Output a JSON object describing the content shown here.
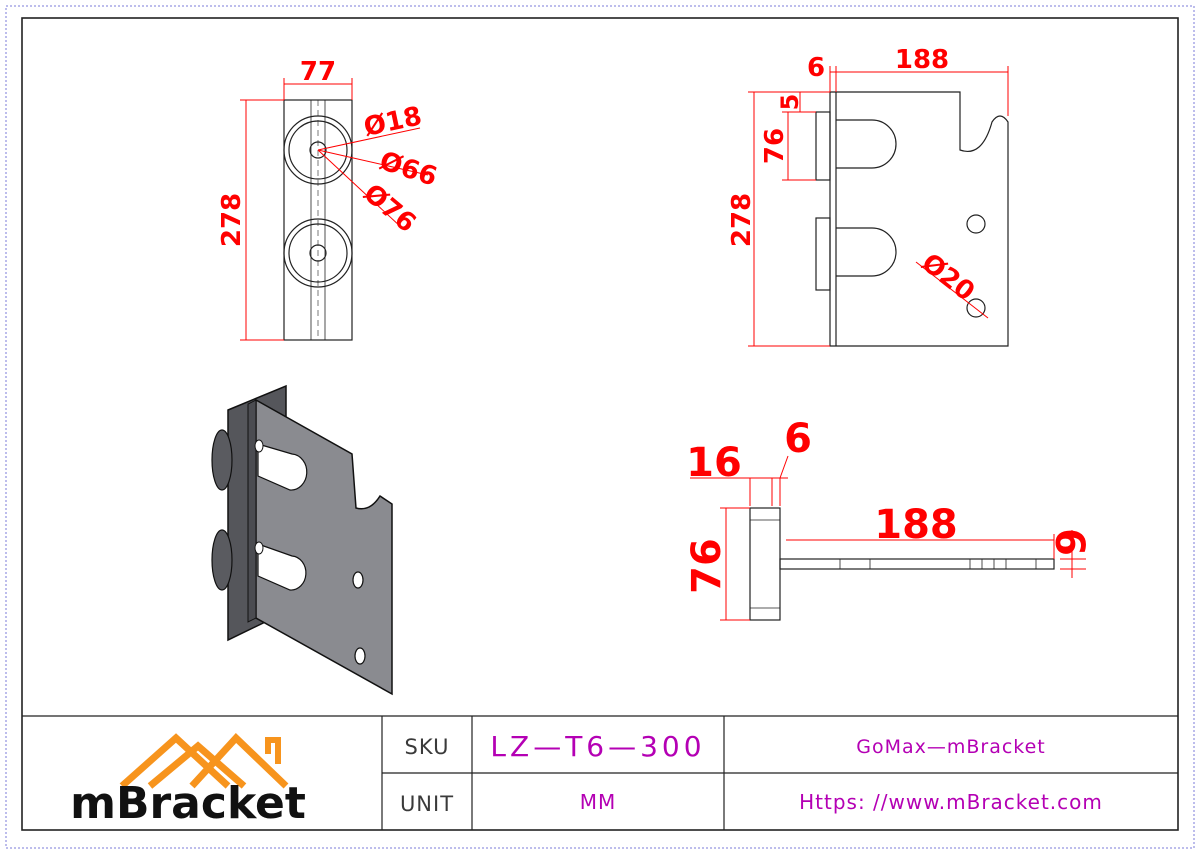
{
  "views": {
    "front": {
      "width_dim": "77",
      "height_dim": "278",
      "hole_dim": "Ø18",
      "flange_dim": "Ø66",
      "outer_dim": "Ø76"
    },
    "side": {
      "thickness_dim": "6",
      "length_dim": "188",
      "offset_dim": "5",
      "plate_dim": "76",
      "height_dim": "278",
      "hole_dim": "Ø20"
    },
    "top": {
      "flange_dim": "16",
      "thickness_dim": "6",
      "length_dim": "188",
      "height_dim": "76",
      "end_dim": "6"
    }
  },
  "title_block": {
    "brand": "mBracket",
    "sku_label": "SKU",
    "sku_value": "LZ—T6—300",
    "unit_label": "UNIT",
    "unit_value": "MM",
    "company": "GoMax—mBracket",
    "website": "Https: //www.mBracket.com"
  },
  "colors": {
    "dimension": "#ff0000",
    "title_text": "#b400b4",
    "logo_orange": "#f7941d",
    "frame": "#7b7bd9"
  }
}
